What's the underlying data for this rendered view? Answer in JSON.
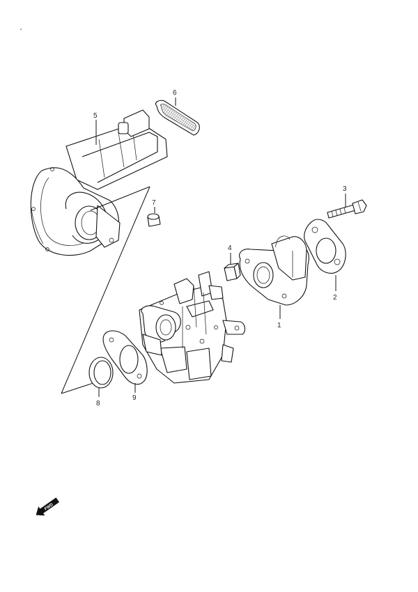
{
  "callouts": [
    {
      "id": "1",
      "label": "1"
    },
    {
      "id": "2",
      "label": "2"
    },
    {
      "id": "3",
      "label": "3"
    },
    {
      "id": "4",
      "label": "4"
    },
    {
      "id": "5",
      "label": "5"
    },
    {
      "id": "6",
      "label": "6"
    },
    {
      "id": "7",
      "label": "7"
    },
    {
      "id": "8",
      "label": "8"
    },
    {
      "id": "9",
      "label": "9"
    }
  ],
  "fwd_label": "FWD",
  "icons": {
    "fwd_arrow": "fwd-arrow-icon"
  }
}
